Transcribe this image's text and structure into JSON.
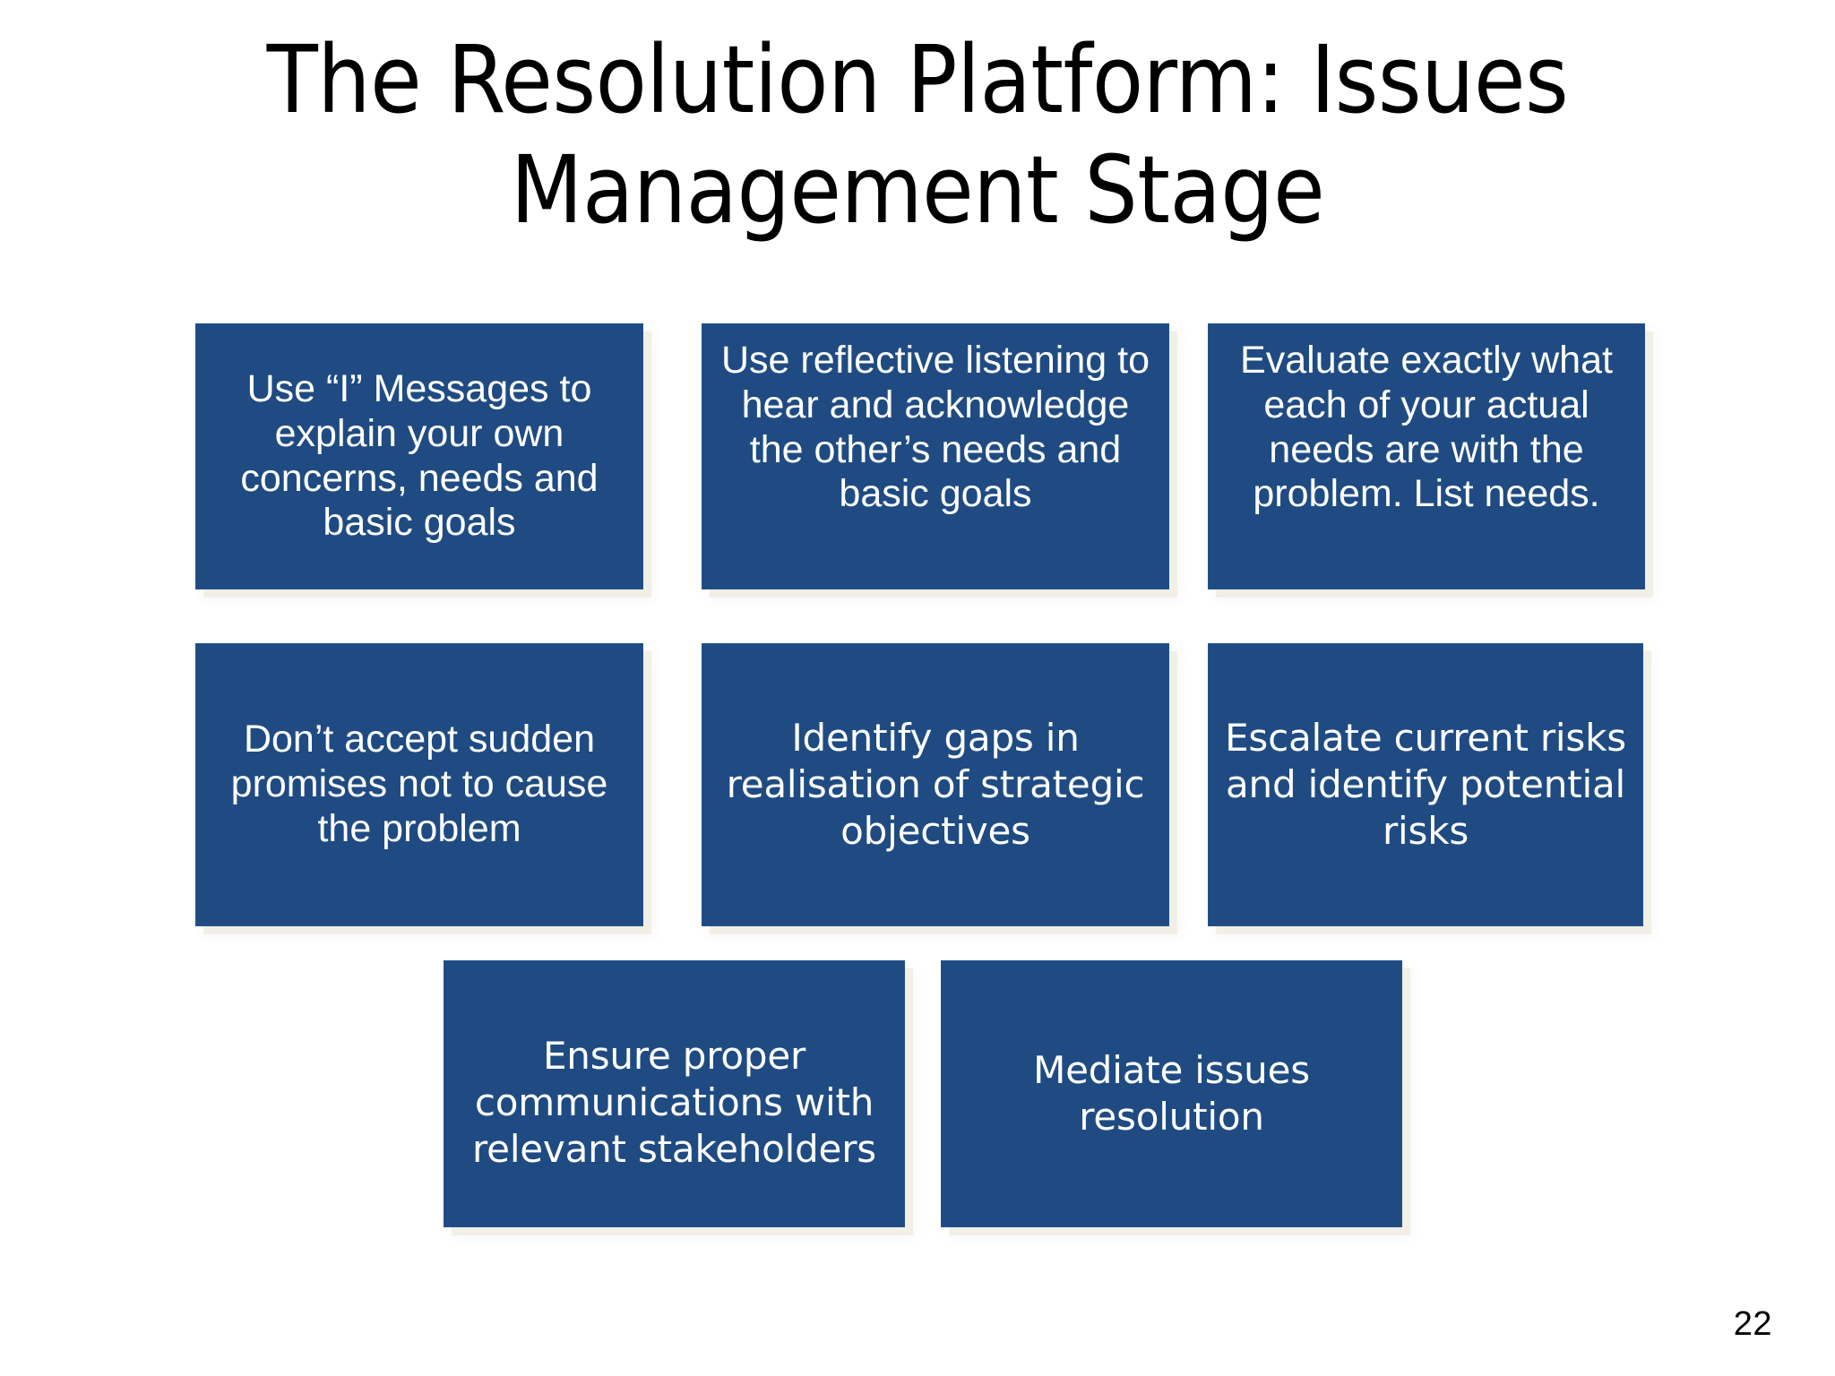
{
  "slide": {
    "title": "The Resolution Platform: Issues\nManagement Stage",
    "page_number": "22",
    "background_color": "#ffffff",
    "box_fill_color": "#1f4b82",
    "box_text_color": "#ffffff",
    "box_shadow_color": "#f2efe6",
    "title_color": "#000000"
  },
  "boxes": [
    {
      "id": "use-i-messages",
      "text": "Use “I” Messages to\nexplain your own\nconcerns, needs and\nbasic goals",
      "row": 1,
      "column": 1
    },
    {
      "id": "use-reflective-listening",
      "text": "Use reflective listening to\nhear and acknowledge\nthe other’s needs and\nbasic goals",
      "row": 1,
      "column": 2
    },
    {
      "id": "evaluate-actual-needs",
      "text": "Evaluate exactly what\neach of your actual\nneeds are with the\nproblem.  List needs.",
      "row": 1,
      "column": 3
    },
    {
      "id": "dont-accept-sudden-promises",
      "text": "Don’t accept sudden\npromises not to cause\nthe problem",
      "row": 2,
      "column": 1
    },
    {
      "id": "identify-gaps",
      "text": "Identify gaps in\nrealisation of strategic\nobjectives",
      "row": 2,
      "column": 2
    },
    {
      "id": "escalate-current-risks",
      "text": "Escalate current risks\nand identify potential\nrisks",
      "row": 2,
      "column": 3
    },
    {
      "id": "ensure-proper-communications",
      "text": "Ensure proper\ncommunications with\nrelevant stakeholders",
      "row": 3,
      "column": 1
    },
    {
      "id": "mediate-issues-resolution",
      "text": "Mediate issues\nresolution",
      "row": 3,
      "column": 2
    }
  ]
}
